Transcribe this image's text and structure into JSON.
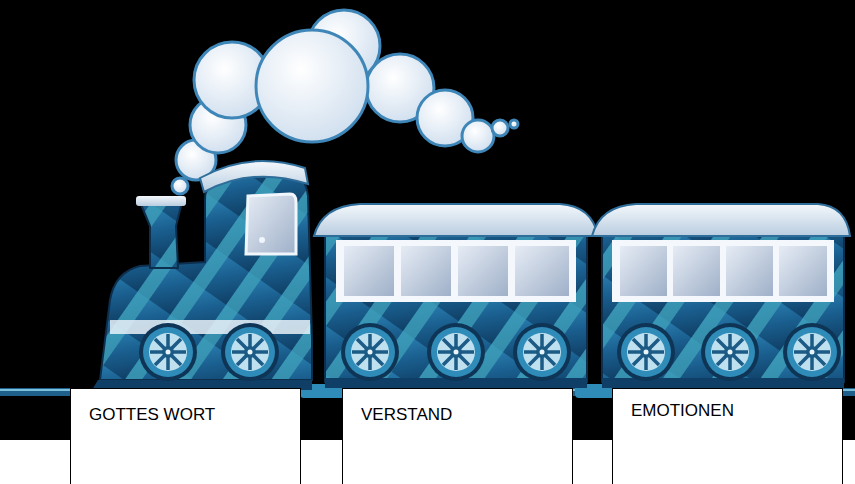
{
  "diagram": {
    "nodes": [
      {
        "text": [
          "GOTTES WORT"
        ]
      },
      {
        "text": [
          "VERSTAND"
        ]
      },
      {
        "text": [
          "EMOTIONEN"
        ]
      }
    ]
  }
}
